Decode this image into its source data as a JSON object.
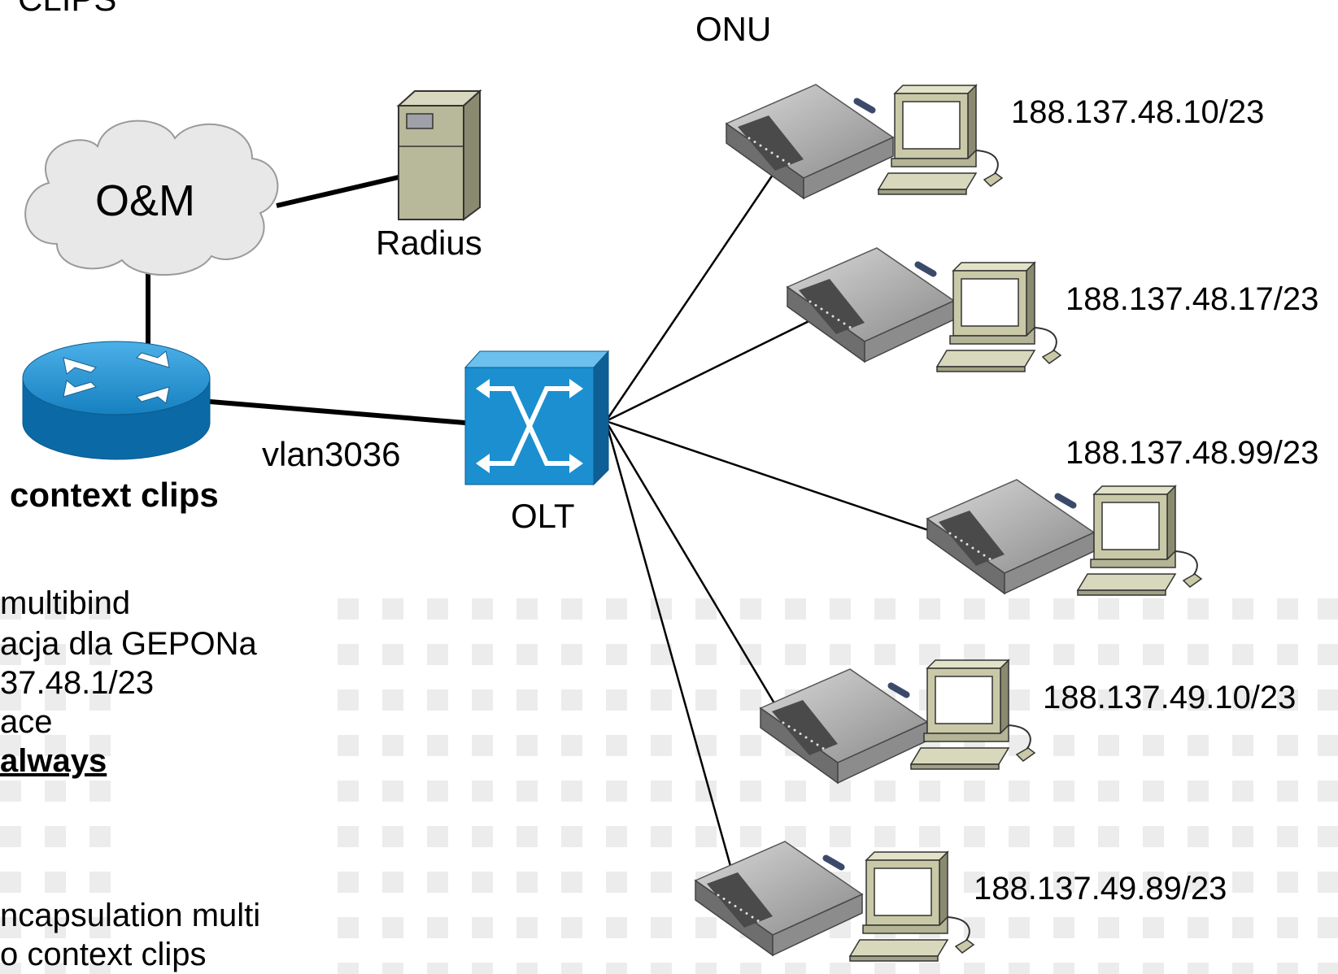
{
  "header": {
    "title_fragment": "CLIPS"
  },
  "labels": {
    "onu": "ONU",
    "om": "O&M",
    "radius": "Radius",
    "vlan": "vlan3036",
    "context": "context clips",
    "olt": "OLT"
  },
  "onu_ips": [
    "188.137.48.10/23",
    "188.137.48.17/23",
    "188.137.48.99/23",
    "188.137.49.10/23",
    "188.137.49.89/23"
  ],
  "notes": {
    "line1": "multibind",
    "line2": "acja dla GEPONa",
    "line3": "37.48.1/23",
    "line4": "ace",
    "line5": "always",
    "line6": "ncapsulation multi",
    "line7": "o context clips"
  },
  "colors": {
    "router_blue": "#1688c8",
    "switch_blue": "#1b8fd0",
    "cloud_fill": "#e8e8e8",
    "server_fill": "#b8b89a",
    "pc_fill": "#c9c9a8",
    "onu_fill": "#9a9a9a",
    "bg_dots": "#ececec"
  },
  "icons": {
    "cloud": "cloud-icon",
    "server": "server-icon",
    "router": "router-icon",
    "switch": "switch-icon",
    "onu": "onu-modem-icon",
    "pc": "computer-icon"
  }
}
